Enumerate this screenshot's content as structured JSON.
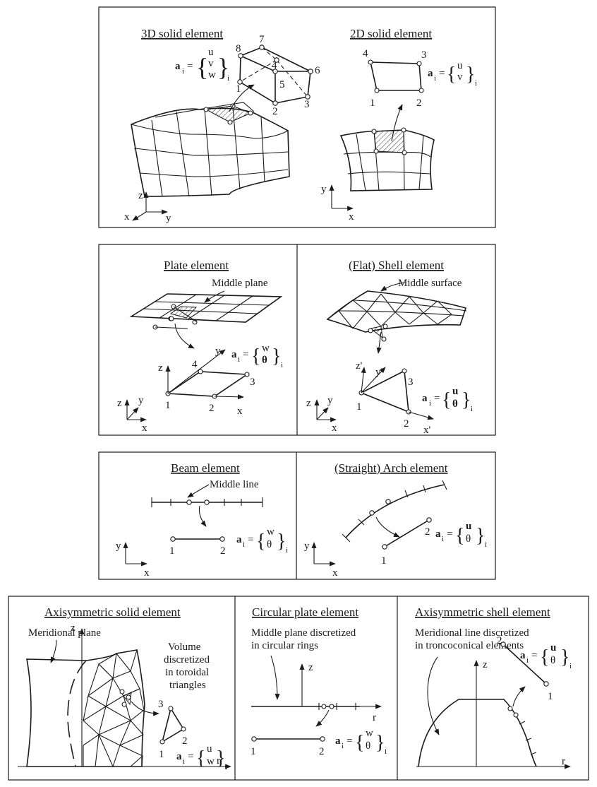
{
  "panels": {
    "solid3d": {
      "title": "3D solid element",
      "nodes": [
        "1",
        "2",
        "3",
        "4",
        "5",
        "6",
        "7",
        "8"
      ],
      "axes": [
        "z",
        "x",
        "y"
      ]
    },
    "solid2d": {
      "title": "2D solid element",
      "nodes": [
        "1",
        "2",
        "3",
        "4"
      ],
      "axes": [
        "y",
        "x"
      ]
    },
    "plate": {
      "title": "Plate element",
      "note": "Middle plane",
      "nodes": [
        "1",
        "2",
        "3",
        "4"
      ],
      "local_axes": [
        "z",
        "y",
        "x"
      ],
      "axes": [
        "z",
        "y",
        "x"
      ]
    },
    "shell": {
      "title": "(Flat) Shell element",
      "note": "Middle surface",
      "nodes": [
        "1",
        "2",
        "3"
      ],
      "local_axes": [
        "z'",
        "y'",
        "x'"
      ],
      "axes": [
        "z",
        "y",
        "x"
      ]
    },
    "beam": {
      "title": "Beam element",
      "note": "Middle line",
      "nodes": [
        "1",
        "2"
      ],
      "axes": [
        "y",
        "x"
      ]
    },
    "arch": {
      "title": "(Straight) Arch element",
      "nodes": [
        "1",
        "2"
      ],
      "axes": [
        "y",
        "x"
      ]
    },
    "axisolid": {
      "title": "Axisymmetric solid element",
      "note": "Meridional plane",
      "volume_note": [
        "Volume",
        "discretized",
        "in toroidal",
        "triangles"
      ],
      "nodes": [
        "1",
        "2",
        "3"
      ],
      "axes": [
        "z",
        "r"
      ]
    },
    "circplate": {
      "title": "Circular plate element",
      "note": [
        "Middle plane discretized",
        "in circular rings"
      ],
      "nodes": [
        "1",
        "2"
      ],
      "axes": [
        "z",
        "r"
      ]
    },
    "axishell": {
      "title": "Axisymmetric shell element",
      "note": [
        "Meridional line discretized",
        "in troncoconical elements"
      ],
      "nodes": [
        "1",
        "2"
      ],
      "axes": [
        "z",
        "r"
      ]
    }
  },
  "symbols": {
    "a": "a",
    "i": "i",
    "eq": "=",
    "u": "u",
    "v": "v",
    "w": "w",
    "theta": "θ"
  }
}
